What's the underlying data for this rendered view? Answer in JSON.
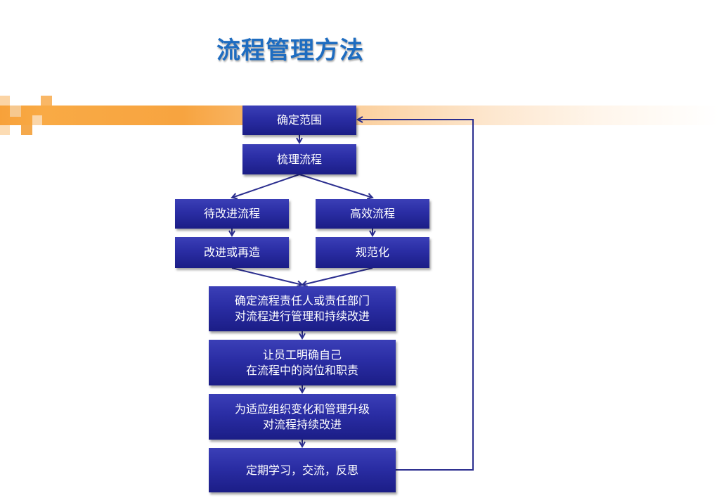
{
  "slide": {
    "title": "流程管理方法"
  },
  "flow": {
    "define_scope": "确定范围",
    "sort_process": "梳理流程",
    "to_improve": "待改进流程",
    "efficient": "高效流程",
    "improve_rebuild": "改进或再造",
    "standardize": "规范化",
    "owner_line1": "确定流程责任人或责任部门",
    "owner_line2": "对流程进行管理和持续改进",
    "staff_line1": "让员工明确自己",
    "staff_line2": "在流程中的岗位和职责",
    "adapt_line1": "为适应组织变化和管理升级",
    "adapt_line2": "对流程持续改进",
    "learn": "定期学习，交流，反思"
  },
  "colors": {
    "box": "#2a2da4",
    "connector": "#2b2e8f",
    "title": "#1e6cc0",
    "banner": "#f7a13a"
  }
}
